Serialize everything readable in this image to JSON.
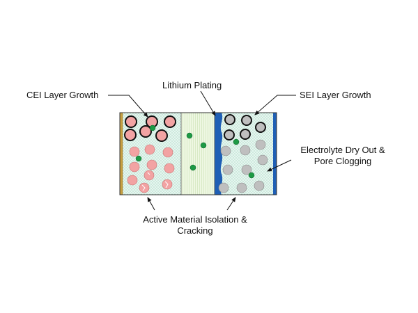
{
  "labels": {
    "cei": "CEI Layer Growth",
    "plating": "Lithium Plating",
    "sei": "SEI Layer Growth",
    "dryout_line1": "Electrolyte Dry Out &",
    "dryout_line2": "Pore Clogging",
    "isolation_line1": "Active Material Isolation &",
    "isolation_line2": "Cracking"
  },
  "colors": {
    "cathode_particle": "#f2a3a3",
    "anode_particle": "#bfbfbf",
    "lithium_ion": "#1e9a45",
    "lithium_plating": "#1f5fb5",
    "cathode_current_collector": "#c8a040",
    "separator": "#eaf5de",
    "electrolyte": "#e8f6f2"
  }
}
